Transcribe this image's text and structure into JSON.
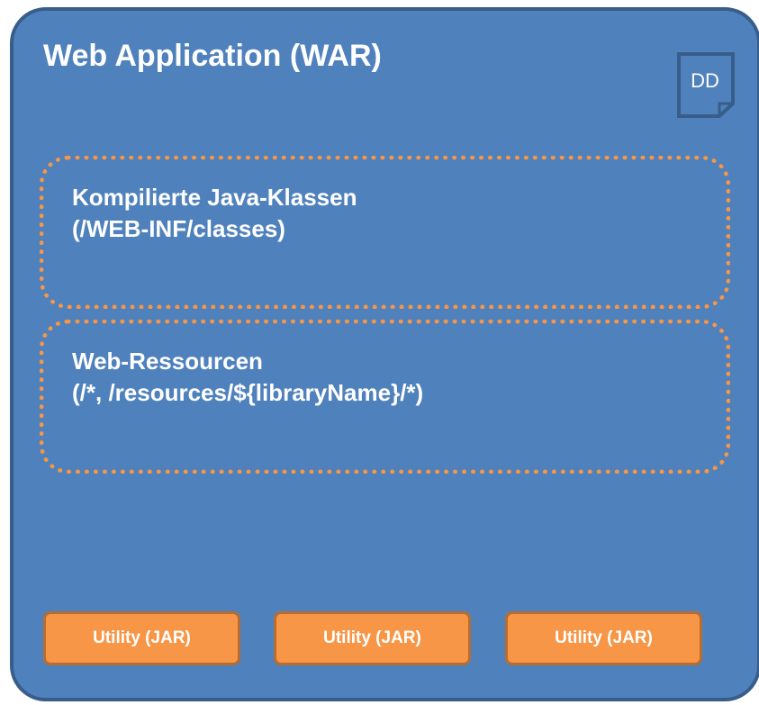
{
  "war": {
    "title": "Web Application (WAR)",
    "deployment_descriptor": "DD"
  },
  "groups": [
    {
      "line1": "Kompilierte Java-Klassen",
      "line2": "(/WEB-INF/classes)"
    },
    {
      "line1": "Web-Ressourcen",
      "line2": "(/*, /resources/${libraryName}/*)"
    }
  ],
  "utilities": [
    {
      "label": "Utility (JAR)"
    },
    {
      "label": "Utility (JAR)"
    },
    {
      "label": "Utility (JAR)"
    }
  ],
  "colors": {
    "war_fill": "#4f81bd",
    "war_border": "#385d8a",
    "group_border": "#f79646",
    "jar_fill": "#f79646",
    "jar_border": "#b66d31",
    "text": "#ffffff"
  }
}
